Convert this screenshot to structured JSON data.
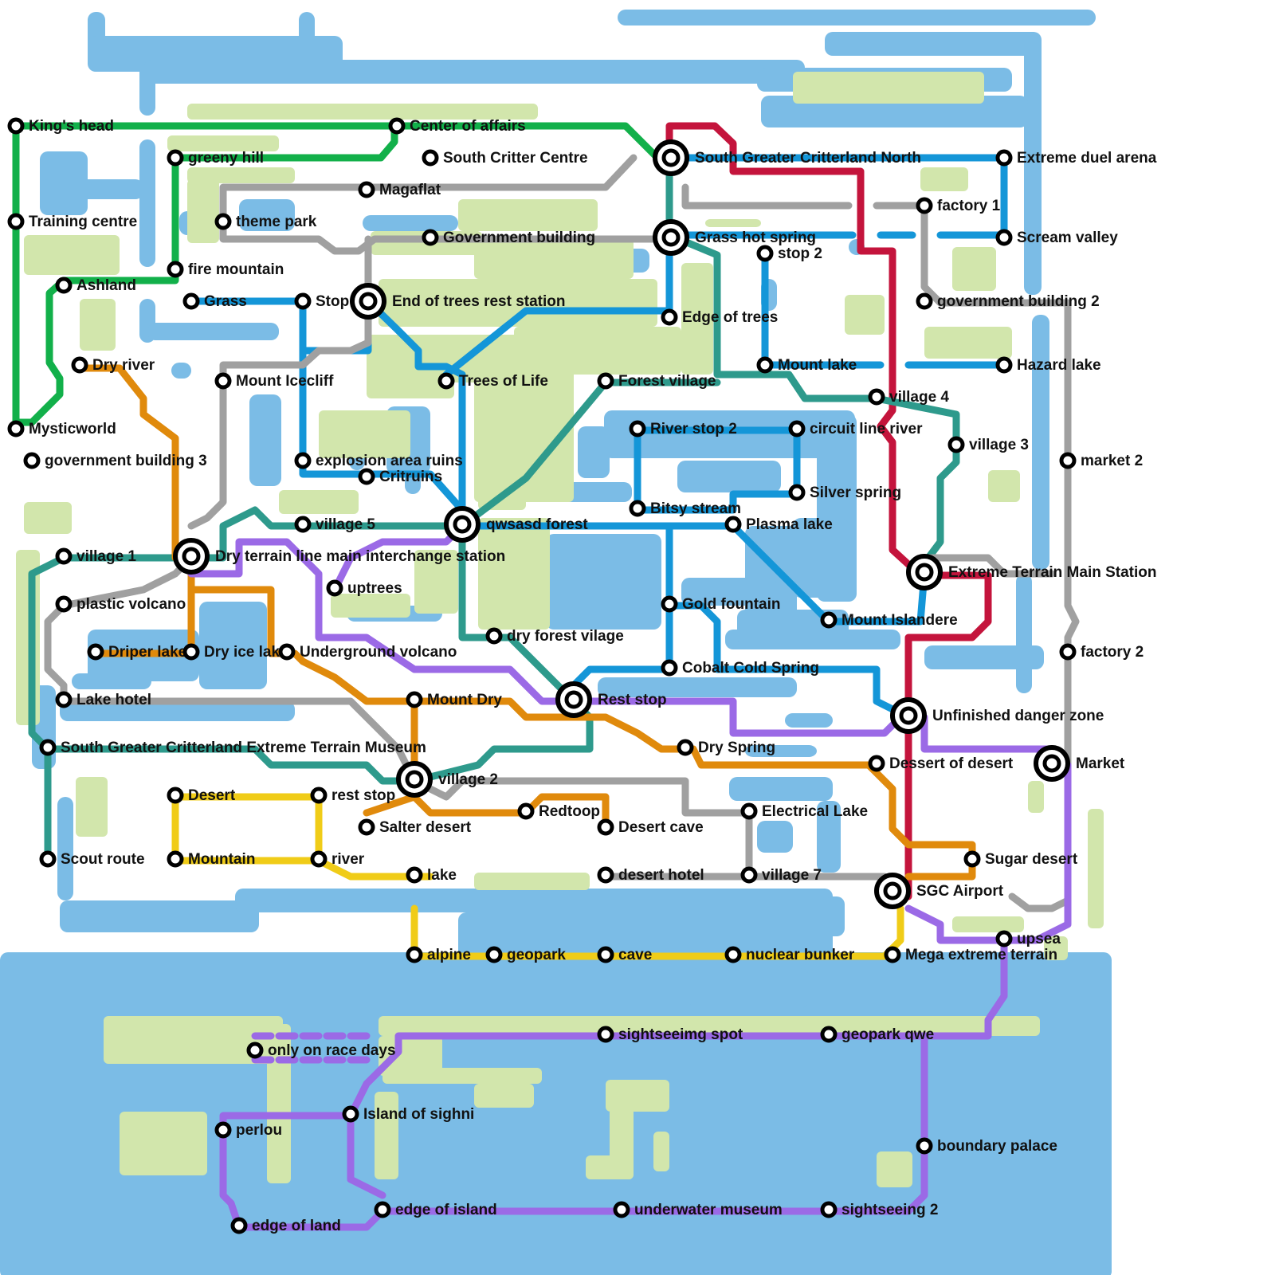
{
  "colors": {
    "water": "#7bbce6",
    "park": "#d2e6ac",
    "green_line": "#12b04a",
    "red_line": "#c4143c",
    "blue_line": "#1496d8",
    "teal_line": "#2e9a8c",
    "grey_line": "#a0a0a0",
    "orange_line": "#e08a0c",
    "purple_line": "#9b6ae6",
    "yellow_line": "#f0cc18"
  },
  "stations": [
    {
      "label": "King's head"
    },
    {
      "label": "Center of affairs"
    },
    {
      "label": "greeny hill"
    },
    {
      "label": "South Critter Centre"
    },
    {
      "label": "Magaflat"
    },
    {
      "label": "Training centre"
    },
    {
      "label": "theme park"
    },
    {
      "label": "Government building"
    },
    {
      "label": "fire mountain"
    },
    {
      "label": "Ashland"
    },
    {
      "label": "Grass"
    },
    {
      "label": "Stop"
    },
    {
      "label": "Dry river"
    },
    {
      "label": "Mount Icecliff"
    },
    {
      "label": "Trees of Life"
    },
    {
      "label": "Forest village"
    },
    {
      "label": "Mysticworld"
    },
    {
      "label": "government building 3"
    },
    {
      "label": "explosion area ruins"
    },
    {
      "label": "Critruins"
    },
    {
      "label": "village 5"
    },
    {
      "label": "village 1"
    },
    {
      "label": "uptrees"
    },
    {
      "label": "plastic volcano"
    },
    {
      "label": "Driper lake"
    },
    {
      "label": "Dry ice lake"
    },
    {
      "label": "Underground volcano"
    },
    {
      "label": "Lake hotel"
    },
    {
      "label": "Mount Dry"
    },
    {
      "label": "South Greater Critterland Extreme Terrain Museum"
    },
    {
      "label": "Desert"
    },
    {
      "label": "rest stop"
    },
    {
      "label": "Salter desert"
    },
    {
      "label": "Mountain"
    },
    {
      "label": "river"
    },
    {
      "label": "lake"
    },
    {
      "label": "Scout route"
    },
    {
      "label": "Redtoop"
    },
    {
      "label": "Desert cave"
    },
    {
      "label": "desert hotel"
    },
    {
      "label": "alpine"
    },
    {
      "label": "geopark"
    },
    {
      "label": "cave"
    },
    {
      "label": "nuclear bunker"
    },
    {
      "label": "Mega extreme terrain"
    },
    {
      "label": "upsea"
    },
    {
      "label": "sightseeimg spot"
    },
    {
      "label": "geopark qwe"
    },
    {
      "label": "only on race days"
    },
    {
      "label": "Island of sighni"
    },
    {
      "label": "perlou"
    },
    {
      "label": "boundary palace"
    },
    {
      "label": "edge of island"
    },
    {
      "label": "underwater  museum"
    },
    {
      "label": "sightseeing 2"
    },
    {
      "label": "edge of land"
    },
    {
      "label": "Extreme duel arena"
    },
    {
      "label": "factory 1"
    },
    {
      "label": "Scream valley"
    },
    {
      "label": "stop 2"
    },
    {
      "label": "government building 2"
    },
    {
      "label": "Edge of trees"
    },
    {
      "label": "Mount lake"
    },
    {
      "label": "Hazard lake"
    },
    {
      "label": "village 4"
    },
    {
      "label": "River stop 2"
    },
    {
      "label": "circuit line river"
    },
    {
      "label": "village 3"
    },
    {
      "label": "market 2"
    },
    {
      "label": "Silver spring"
    },
    {
      "label": "Bitsy stream"
    },
    {
      "label": "Plasma lake"
    },
    {
      "label": "Gold fountain"
    },
    {
      "label": "Mount Islandere"
    },
    {
      "label": "factory 2"
    },
    {
      "label": "Cobalt Cold Spring"
    },
    {
      "label": "Dry Spring"
    },
    {
      "label": "Dessert of desert"
    },
    {
      "label": "Electrical Lake"
    },
    {
      "label": "Sugar desert"
    },
    {
      "label": "village 7"
    },
    {
      "label": "dry forest vilage"
    }
  ],
  "interchanges": [
    {
      "label": "South Greater Critterland North"
    },
    {
      "label": "Grass hot spring"
    },
    {
      "label": "End of trees rest station"
    },
    {
      "label": "qwsasd forest"
    },
    {
      "label": "Dry terrain line main interchange station"
    },
    {
      "label": "Extreme Terrain Main Station"
    },
    {
      "label": "Rest stop"
    },
    {
      "label": "Unfinished danger zone"
    },
    {
      "label": "Market"
    },
    {
      "label": "village 2"
    },
    {
      "label": "SGC Airport"
    }
  ]
}
